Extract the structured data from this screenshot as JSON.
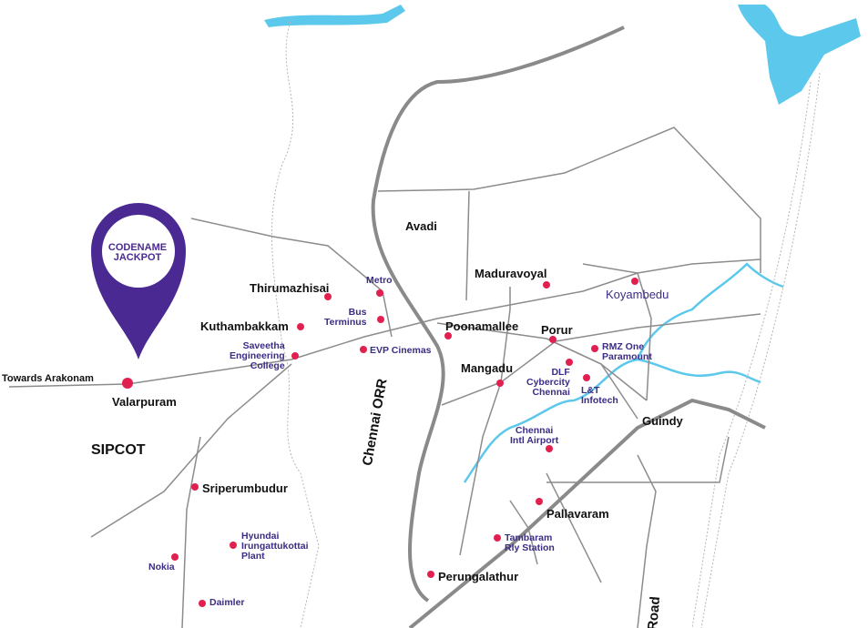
{
  "project": {
    "name": "CODENAME JACKPOT",
    "color": "#4a2a92"
  },
  "colors": {
    "poi_dot": "#e2204f",
    "road": "#8c8c8c",
    "river": "#5cc8ec",
    "poi_text": "#3b2c85"
  },
  "towns": [
    "Avadi",
    "Maduravoyal",
    "Thirumazhisai",
    "Kuthambakkam",
    "Poonamallee",
    "Porur",
    "Mangadu",
    "Guindy",
    "Valarpuram",
    "SIPCOT",
    "Sriperumbudur",
    "Pallavaram",
    "Perungalathur",
    "Towards Arakonam"
  ],
  "pois": [
    "Metro",
    "Bus\nTerminus",
    "EVP Cinemas",
    "Saveetha\nEngineering\nCollege",
    "Koyambedu",
    "RMZ One\nParamount",
    "DLF\nCybercity\nChennai",
    "L&T\nInfotech",
    "Chennai\nIntl Airport",
    "Tambaram\nRly Station",
    "Hyundai\nIrungattukottai\nPlant",
    "Nokia",
    "Daimler"
  ],
  "roads": [
    "Chennai ORR",
    "Road"
  ]
}
